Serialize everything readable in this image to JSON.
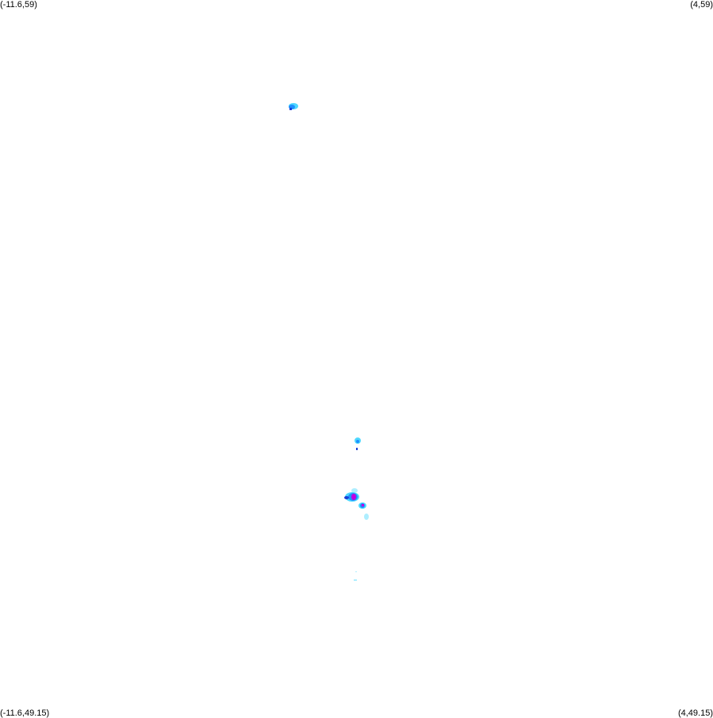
{
  "map": {
    "corners": {
      "top_left": "(-11.6,59)",
      "top_right": "(4,59)",
      "bottom_left": "(-11.6,49.15)",
      "bottom_right": "(4,49.15)"
    },
    "lon_range": [
      -11.6,
      4
    ],
    "lat_range": [
      49.15,
      59
    ],
    "colors": {
      "background": "#ffffff",
      "light": "#aeeeff",
      "cyan": "#4fd8ff",
      "blue": "#1e90ff",
      "dark_blue": "#1a3fd6",
      "magenta": "#c000e0"
    }
  }
}
